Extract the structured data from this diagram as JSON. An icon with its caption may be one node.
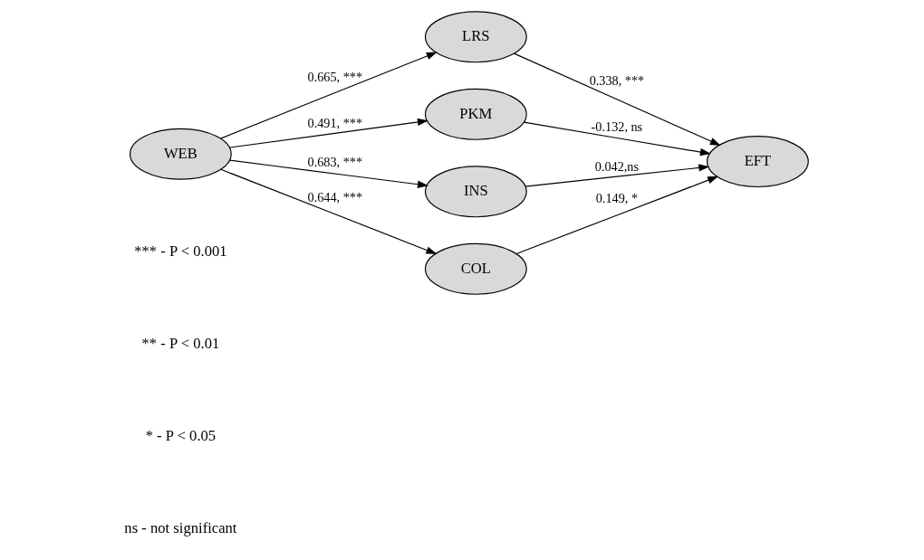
{
  "diagram": {
    "nodes": [
      {
        "text": [
          "WEB"
        ]
      },
      {
        "text": [
          "LRS"
        ]
      },
      {
        "text": [
          "PKM"
        ]
      },
      {
        "text": [
          "INS"
        ]
      },
      {
        "text": [
          "COL"
        ]
      },
      {
        "text": [
          "EFT"
        ]
      }
    ],
    "edges": [
      {
        "from": 0,
        "to": 1,
        "arrow": "to",
        "label": "0.665, ***"
      },
      {
        "from": 0,
        "to": 2,
        "arrow": "to",
        "label": "0.491, ***"
      },
      {
        "from": 0,
        "to": 3,
        "arrow": "to",
        "label": "0.683, ***"
      },
      {
        "from": 0,
        "to": 4,
        "arrow": "to",
        "label": "0.644, ***"
      },
      {
        "from": 1,
        "to": 5,
        "arrow": "to",
        "label": "0.338, ***"
      },
      {
        "from": 2,
        "to": 5,
        "arrow": "to",
        "label": "-0.132, ns"
      },
      {
        "from": 3,
        "to": 5,
        "arrow": "to",
        "label": "0.042,ns"
      },
      {
        "from": 4,
        "to": 5,
        "arrow": "to",
        "label": "0.149, *"
      }
    ],
    "labels": [
      "*** - P < 0.001",
      "** - P < 0.01",
      "* - P < 0.05",
      "ns - not significant"
    ]
  }
}
